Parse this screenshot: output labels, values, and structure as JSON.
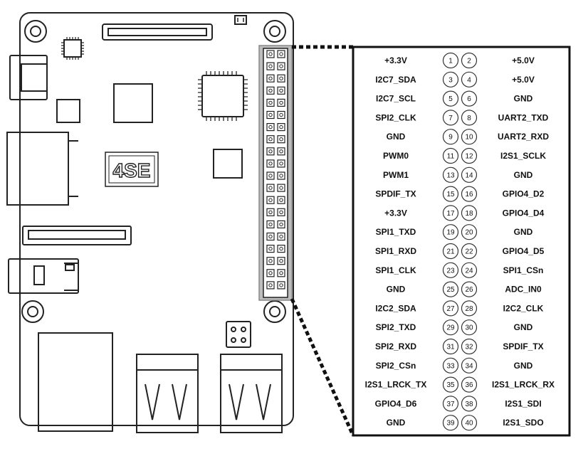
{
  "board": {
    "label": "4SE"
  },
  "header": {
    "rows": [
      {
        "left": "+3.3V",
        "pins": [
          "1",
          "2"
        ],
        "right": "+5.0V"
      },
      {
        "left": "I2C7_SDA",
        "pins": [
          "3",
          "4"
        ],
        "right": "+5.0V"
      },
      {
        "left": "I2C7_SCL",
        "pins": [
          "5",
          "6"
        ],
        "right": "GND"
      },
      {
        "left": "SPI2_CLK",
        "pins": [
          "7",
          "8"
        ],
        "right": "UART2_TXD"
      },
      {
        "left": "GND",
        "pins": [
          "9",
          "10"
        ],
        "right": "UART2_RXD"
      },
      {
        "left": "PWM0",
        "pins": [
          "11",
          "12"
        ],
        "right": "I2S1_SCLK"
      },
      {
        "left": "PWM1",
        "pins": [
          "13",
          "14"
        ],
        "right": "GND"
      },
      {
        "left": "SPDIF_TX",
        "pins": [
          "15",
          "16"
        ],
        "right": "GPIO4_D2"
      },
      {
        "left": "+3.3V",
        "pins": [
          "17",
          "18"
        ],
        "right": "GPIO4_D4"
      },
      {
        "left": "SPI1_TXD",
        "pins": [
          "19",
          "20"
        ],
        "right": "GND"
      },
      {
        "left": "SPI1_RXD",
        "pins": [
          "21",
          "22"
        ],
        "right": "GPIO4_D5"
      },
      {
        "left": "SPI1_CLK",
        "pins": [
          "23",
          "24"
        ],
        "right": "SPI1_CSn"
      },
      {
        "left": "GND",
        "pins": [
          "25",
          "26"
        ],
        "right": "ADC_IN0"
      },
      {
        "left": "I2C2_SDA",
        "pins": [
          "27",
          "28"
        ],
        "right": "I2C2_CLK"
      },
      {
        "left": "SPI2_TXD",
        "pins": [
          "29",
          "30"
        ],
        "right": "GND"
      },
      {
        "left": "SPI2_RXD",
        "pins": [
          "31",
          "32"
        ],
        "right": "SPDIF_TX"
      },
      {
        "left": "SPI2_CSn",
        "pins": [
          "33",
          "34"
        ],
        "right": "GND"
      },
      {
        "left": "I2S1_LRCK_TX",
        "pins": [
          "35",
          "36"
        ],
        "right": "I2S1_LRCK_RX"
      },
      {
        "left": "GPIO4_D6",
        "pins": [
          "37",
          "38"
        ],
        "right": "I2S1_SDI"
      },
      {
        "left": "GND",
        "pins": [
          "39",
          "40"
        ],
        "right": "I2S1_SDO"
      }
    ]
  }
}
